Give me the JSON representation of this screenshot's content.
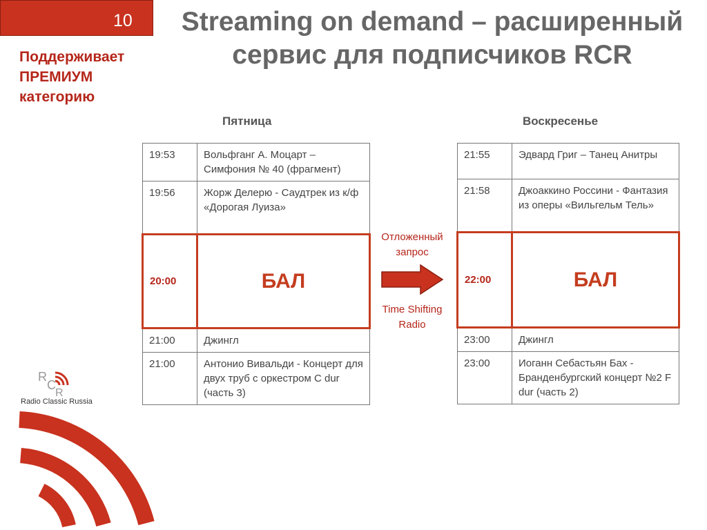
{
  "slide": {
    "number": "10"
  },
  "title": {
    "line1": "Streaming on demand – расширенный",
    "line2": "сервис для подписчиков RCR"
  },
  "premium": {
    "line1": "Поддерживает",
    "line2": "ПРЕМИУМ",
    "line3": "категорию"
  },
  "friday": {
    "day": "Пятница",
    "rows": [
      {
        "time": "19:53",
        "program": "Вольфганг А. Моцарт – Симфония № 40 (фрагмент)"
      },
      {
        "time": "19:56",
        "program": "Жорж Делерю - Саудтрек из к/ф «Дорогая Луиза»"
      },
      {
        "time": "20:00",
        "program": "БАЛ",
        "highlighted": true
      },
      {
        "time": "21:00",
        "program": "Джингл"
      },
      {
        "time": "21:00",
        "program": "Антонио Вивальди - Концерт для двух труб с оркестром C dur (часть 3)"
      }
    ]
  },
  "sunday": {
    "day": "Воскресенье",
    "rows": [
      {
        "time": "21:55",
        "program": "Эдвард  Григ – Танец Анитры"
      },
      {
        "time": "21:58",
        "program": "Джоаккино Россини - Фантазия из оперы «Вильгельм Тель»"
      },
      {
        "time": "22:00",
        "program": "БАЛ",
        "highlighted": true
      },
      {
        "time": "23:00",
        "program": "Джингл"
      },
      {
        "time": "23:00",
        "program": "Иоганн Себастьян Бах - Бранденбургский концерт №2 F dur (часть 2)"
      }
    ]
  },
  "middle": {
    "deferred": "Отложенный запрос",
    "time_shifting": "Time Shifting Radio",
    "arrow_icon": "right-arrow-icon"
  },
  "logo": {
    "text": "Radio Classic Russia",
    "letters": "RCR"
  },
  "colors": {
    "accent": "#c43d1f",
    "header_fill": "#c8321e",
    "title_gray": "#666666"
  }
}
